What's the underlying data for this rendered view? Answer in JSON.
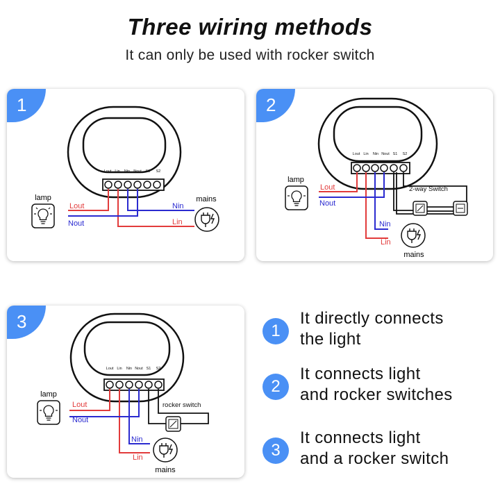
{
  "header": {
    "title": "Three wiring methods",
    "subtitle": "It can only be used with rocker switch"
  },
  "terminal_labels": [
    "Lout",
    "Lin",
    "Nin",
    "Nout",
    "S1",
    "S2"
  ],
  "labels": {
    "lamp": "lamp",
    "mains": "mains",
    "lout": "Lout",
    "nout": "Nout",
    "nin": "Nin",
    "lin": "Lin",
    "two_way_switch": "2-way Switch",
    "rocker_switch": "rocker switch"
  },
  "panels": [
    {
      "number": "1"
    },
    {
      "number": "2"
    },
    {
      "number": "3"
    }
  ],
  "descriptions": [
    {
      "number": "1",
      "line1": "It directly connects",
      "line2": "the light"
    },
    {
      "number": "2",
      "line1": "It connects light",
      "line2": "and rocker switches"
    },
    {
      "number": "3",
      "line1": "It connects light",
      "line2": "and a rocker switch"
    }
  ],
  "colors": {
    "accent": "#4a90f5",
    "live_wire": "#e23b3b",
    "neutral_wire": "#2a2ad0",
    "switch_wire": "#111111"
  },
  "icons": {
    "lamp": "lightbulb-icon",
    "mains": "power-plug-icon",
    "switch": "rocker-switch-icon"
  }
}
